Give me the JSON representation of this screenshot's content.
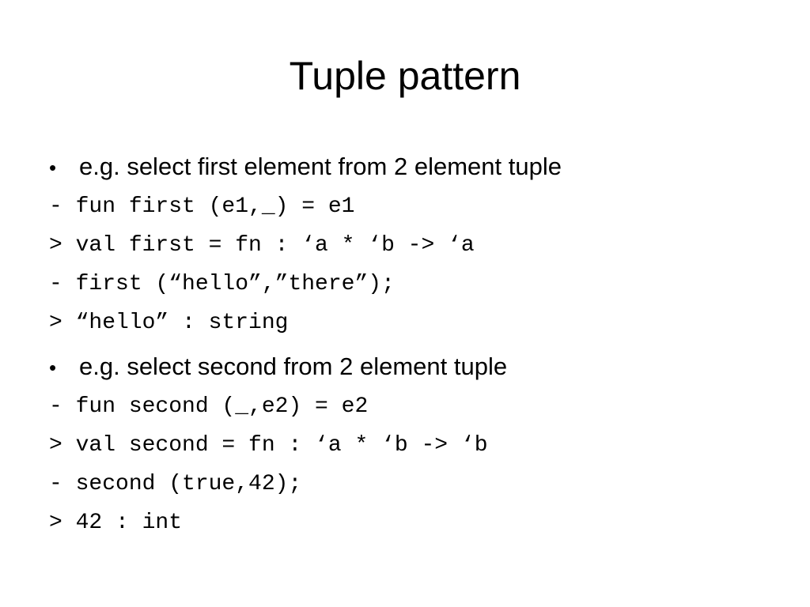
{
  "slide": {
    "title": "Tuple pattern",
    "bullet_glyph": "•",
    "sections": [
      {
        "bullet": "e.g. select first element from 2 element tuple",
        "code": [
          "- fun first (e1,_) = e1",
          "> val first = fn : ‘a * ‘b -> ‘a",
          "- first (“hello”,”there”);",
          "> “hello” : string"
        ]
      },
      {
        "bullet": "e.g. select second from 2 element tuple",
        "code": [
          "- fun second (_,e2) = e2",
          "> val second = fn : ‘a * ‘b -> ‘b",
          "- second (true,42);",
          "> 42 : int"
        ]
      }
    ]
  }
}
